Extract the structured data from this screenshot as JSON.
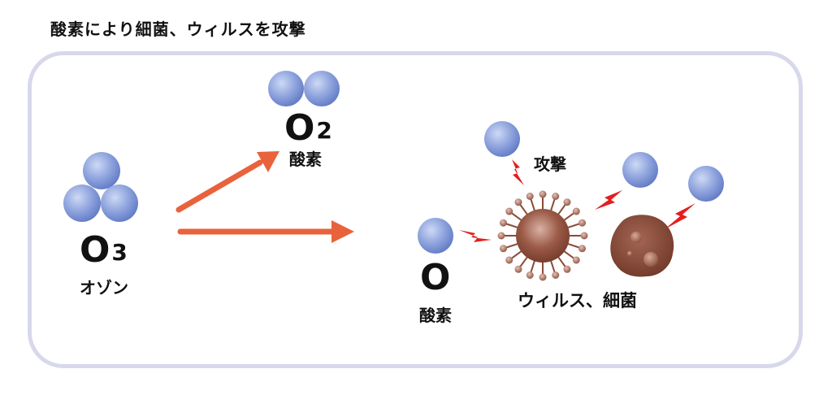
{
  "title": "酸素により細菌、ウィルスを攻撃",
  "ozone": {
    "symbol": "O",
    "subscript": "3",
    "name": "オゾン"
  },
  "oxygen_molecule": {
    "symbol": "O",
    "subscript": "2",
    "name": "酸素"
  },
  "oxygen_atom": {
    "symbol": "O",
    "name": "酸素"
  },
  "attack_label": "攻撃",
  "targets_label": "ウィルス、細菌",
  "colors": {
    "atom_fill": "#7f97d8",
    "atom_highlight": "#c9d5f3",
    "arrow": "#e8623c",
    "lightning": "#e51d1d",
    "virus_body": "#8a4a38",
    "virus_highlight": "#c08a78",
    "bacteria_body": "#7a4030",
    "panel_border": "#d8d8ec"
  }
}
